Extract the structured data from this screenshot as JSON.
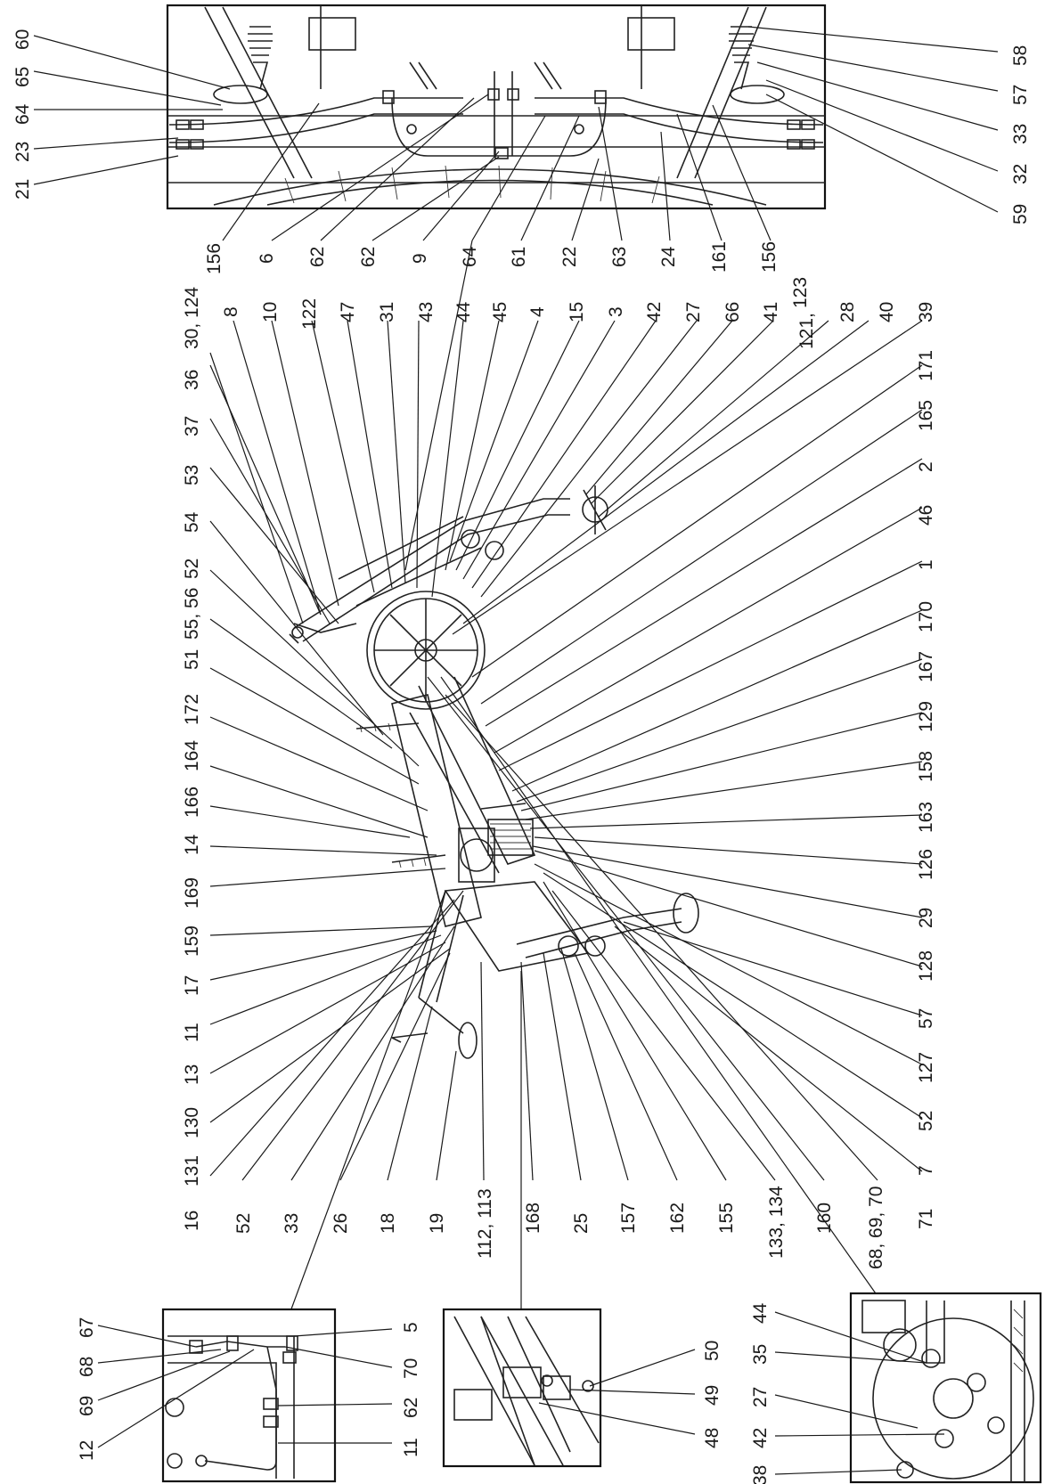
{
  "labels": {
    "top_left": [
      "60",
      "65",
      "64",
      "23",
      "21"
    ],
    "top_right": [
      "58",
      "57",
      "33",
      "32",
      "59"
    ],
    "top_bottom": [
      "156",
      "6",
      "62",
      "62",
      "9",
      "64",
      "61",
      "22",
      "63",
      "24",
      "161",
      "156",
      "123"
    ],
    "main_top": [
      "30, 124",
      "8",
      "10",
      "122",
      "47",
      "31",
      "43",
      "44",
      "45",
      "4",
      "15",
      "3",
      "42",
      "27",
      "66",
      "41",
      "121,",
      "28",
      "40",
      "39"
    ],
    "main_left": [
      "36",
      "37",
      "53",
      "54",
      "52",
      "55, 56",
      "51",
      "172",
      "164",
      "166",
      "14",
      "169",
      "159",
      "17",
      "11",
      "13",
      "130",
      "131",
      "16"
    ],
    "main_right": [
      "171",
      "165",
      "2",
      "46",
      "1",
      "170",
      "167",
      "129",
      "158",
      "163",
      "126",
      "29",
      "128",
      "57",
      "127",
      "52",
      "7",
      "71"
    ],
    "main_bottom": [
      "52",
      "33",
      "26",
      "18",
      "19",
      "112, 113",
      "168",
      "25",
      "157",
      "162",
      "155",
      "133, 134",
      "160",
      "68, 69, 70"
    ],
    "inset_a_left": [
      "67",
      "68",
      "69",
      "12"
    ],
    "inset_a_right": [
      "5",
      "70",
      "62",
      "11"
    ],
    "inset_b_right": [
      "50",
      "49",
      "48"
    ],
    "inset_c_left": [
      "44",
      "35",
      "27",
      "42",
      "38"
    ]
  }
}
